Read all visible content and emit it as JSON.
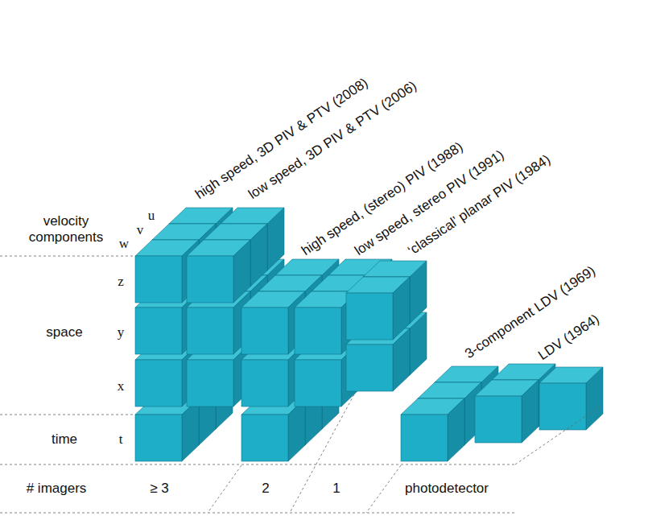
{
  "diagram": {
    "labels": [
      "high speed, 3D PIV & PTV (2008)",
      "low speed, 3D PIV & PTV (2006)",
      "high speed, (stereo) PIV (1988)",
      "low speed,  stereo PIV (1991)",
      "‘classical’ planar PIV (1984)",
      "3-component LDV (1969)",
      "LDV (1964)",
      "velocity components",
      "u",
      "v",
      "w",
      "z",
      "space",
      "y",
      "x",
      "time",
      "t",
      "# imagers",
      "≥ 3",
      "2",
      "1",
      "photodetector"
    ]
  }
}
